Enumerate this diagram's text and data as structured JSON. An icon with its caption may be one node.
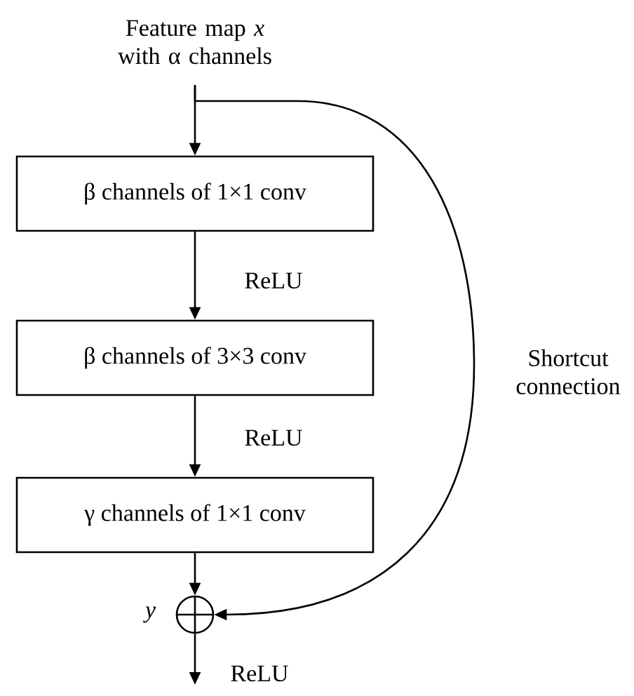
{
  "diagram": {
    "nodes": [
      {
        "text": [
          "Feature map *x* with α channels"
        ]
      },
      {
        "text": [
          "β channels of 1×1 conv"
        ]
      },
      {
        "text": [
          "β channels of 3×3 conv"
        ]
      },
      {
        "text": [
          "γ channels of 1×1 conv"
        ]
      },
      {
        "text": [],
        "shape": "circle",
        "beside": [
          "y"
        ]
      }
    ],
    "edges": [
      {
        "from": 0,
        "to": 1,
        "arrow": "to"
      },
      {
        "from": 1,
        "to": 2,
        "arrow": "to",
        "label": "ReLU"
      },
      {
        "from": 2,
        "to": 3,
        "arrow": "to",
        "label": "ReLU"
      },
      {
        "from": 3,
        "to": 4,
        "arrow": "to"
      },
      {
        "from": 0,
        "to": 4,
        "arrow": "to",
        "label": "Shortcut connection"
      },
      {
        "from": 4,
        "to": null,
        "arrow": "to",
        "label": "ReLU"
      }
    ]
  }
}
